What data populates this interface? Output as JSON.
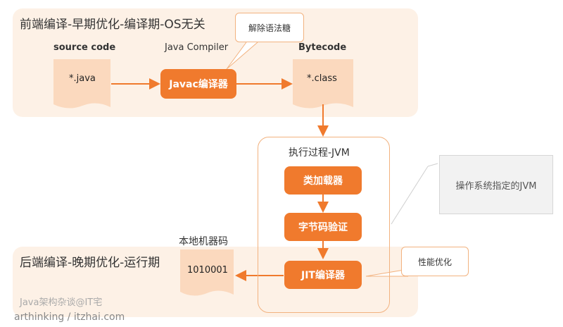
{
  "front_stage": {
    "title": "前端编译-早期优化-编译期-OS无关"
  },
  "back_stage": {
    "title": "后端编译-晚期优化-运行期"
  },
  "source": {
    "heading": "source code",
    "file": "*.java"
  },
  "compiler": {
    "heading": "Java Compiler",
    "box": "Javac编译器"
  },
  "bytecode": {
    "heading": "Bytecode",
    "file": "*.class"
  },
  "callout_sugar": "解除语法糖",
  "jvm": {
    "title": "执行过程-JVM",
    "steps": [
      "类加载器",
      "字节码验证",
      "JIT编译器"
    ]
  },
  "os_note": "操作系统指定的JVM",
  "native": {
    "heading": "本地机器码",
    "file": "1010001"
  },
  "callout_perf": "性能优化",
  "watermark": {
    "line1": "Java架构杂谈@IT宅",
    "line2": "arthinking / itzhai.com"
  },
  "colors": {
    "accent": "#f07a2d",
    "panel": "#fdf1e6",
    "doc": "#fbd9be"
  }
}
